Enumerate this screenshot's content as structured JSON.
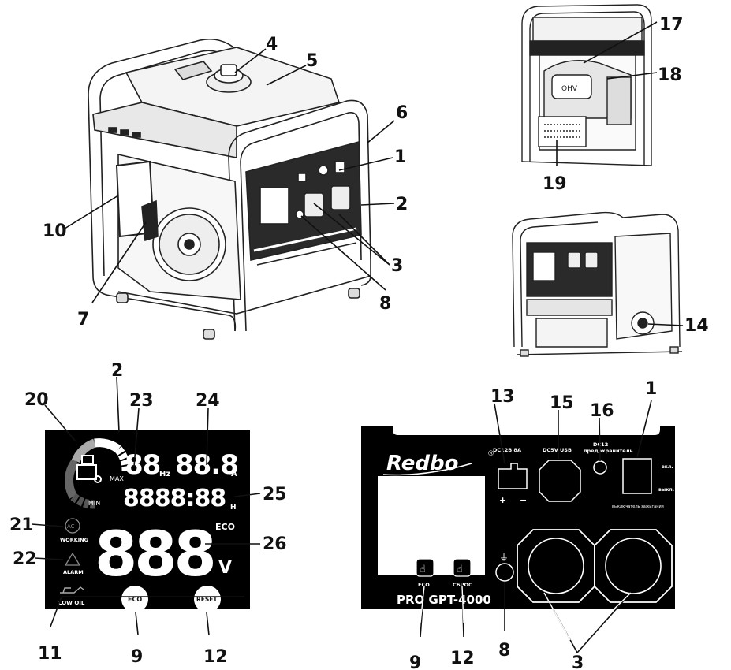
{
  "callouts": {
    "n1": "1",
    "n2": "2",
    "n3": "3",
    "n4": "4",
    "n5": "5",
    "n6": "6",
    "n7": "7",
    "n8": "8",
    "n9": "9",
    "n10": "10",
    "n11": "11",
    "n12": "12",
    "n13": "13",
    "n14": "14",
    "n15": "15",
    "n16": "16",
    "n17": "17",
    "n18": "18",
    "n19": "19",
    "n20": "20",
    "n21": "21",
    "n22": "22",
    "n23": "23",
    "n24": "24",
    "n25": "25",
    "n26": "26",
    "n1b": "1",
    "n2b": "2",
    "n3b": "3",
    "n8b": "8",
    "n9b": "9",
    "n12b": "12"
  },
  "lcd": {
    "hz_digits": "88",
    "hz_unit": "Hz",
    "amp_digits": "88.8",
    "amp_unit": "A",
    "time_digits": "8888:88",
    "time_unit": "H",
    "volt_digits": "888",
    "volt_unit": "V",
    "eco_label": "ECO",
    "max_label": "MAX",
    "min_label": "MIN",
    "ac_icon": "AC",
    "working_label": "WORKING",
    "alarm_label": "ALARM",
    "lowoil_label": "LOW OIL",
    "eco_button": "ECO",
    "reset_button": "RESET"
  },
  "panel": {
    "brand": "Redbo",
    "registered": "®",
    "model": "PRO GPT-4000",
    "dc_label": "DC12B 8A",
    "usb_label": "DC5V USB",
    "fuse_label_1": "DC12",
    "fuse_label_2": "предохранитель",
    "on_label": "вкл.",
    "off_label": "выкл.",
    "switch_caption": "выключатель зажигания",
    "plus": "+",
    "minus": "−",
    "eco_caption": "ECO",
    "reset_caption": "СБРОС"
  },
  "colors": {
    "lcd_bg": "#000000",
    "panel_bg": "#000000",
    "ink": "#111111"
  }
}
